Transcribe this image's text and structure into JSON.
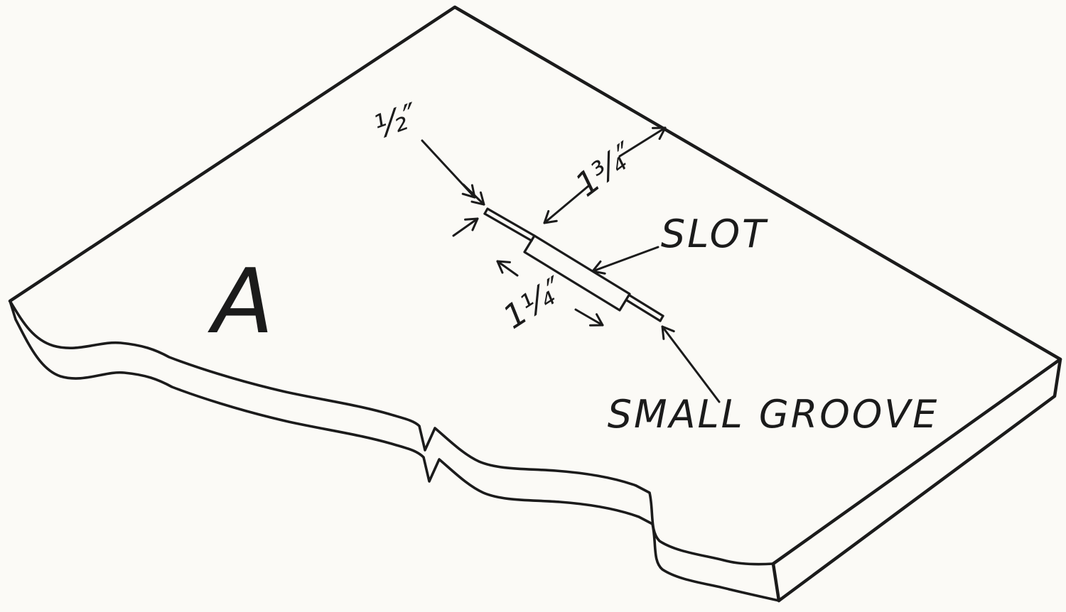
{
  "figure": {
    "part_label": "A",
    "labels": {
      "groove_width": "½″",
      "edge_to_slot": "1¾″",
      "slot": "SLOT",
      "slot_length": "1¼″",
      "small_groove": "SMALL GROOVE"
    },
    "colors": {
      "ink": "#1b1b1b",
      "paper": "#fbfaf6"
    }
  }
}
